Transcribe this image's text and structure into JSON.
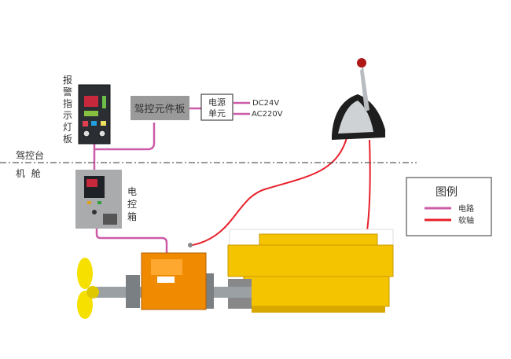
{
  "labels": {
    "alarm_panel": [
      "报",
      "警",
      "指",
      "示",
      "灯",
      "板"
    ],
    "control_board": "驾控元件板",
    "power_unit_line1": "电源",
    "power_unit_line2": "单元",
    "dc": "DC24V",
    "ac": "AC220V",
    "bridge": "驾控台",
    "engine_room": "机  舱",
    "control_box": [
      "电",
      "控",
      "箱"
    ]
  },
  "legend": {
    "title": "图例",
    "items": [
      {
        "label": "电路",
        "color": "#cc5ca8"
      },
      {
        "label": "软轴",
        "color": "#e8202a"
      }
    ]
  },
  "colors": {
    "circuit": "#cc5ca8",
    "cable": "#e8202a",
    "engine": "#f5c400",
    "gearbox": "#f08a00",
    "board": "#9a9a9a"
  }
}
